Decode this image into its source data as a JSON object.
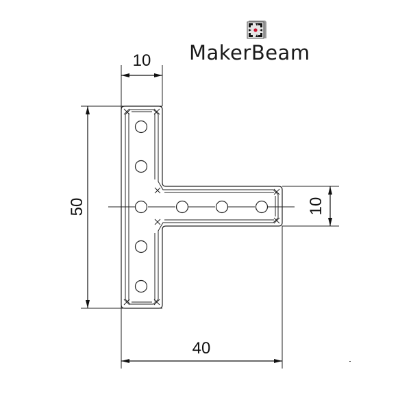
{
  "brand": {
    "name": "MakerBeam",
    "icon": "makerbeam-cube-logo-icon",
    "accent_color": "#c8102e"
  },
  "drawing": {
    "title": "T-bracket technical drawing",
    "part": "T-bracket",
    "holes_vertical": 5,
    "holes_horizontal": 3,
    "dimensions": {
      "top_width": "10",
      "height": "50",
      "arm_height": "10",
      "total_width": "40"
    }
  }
}
